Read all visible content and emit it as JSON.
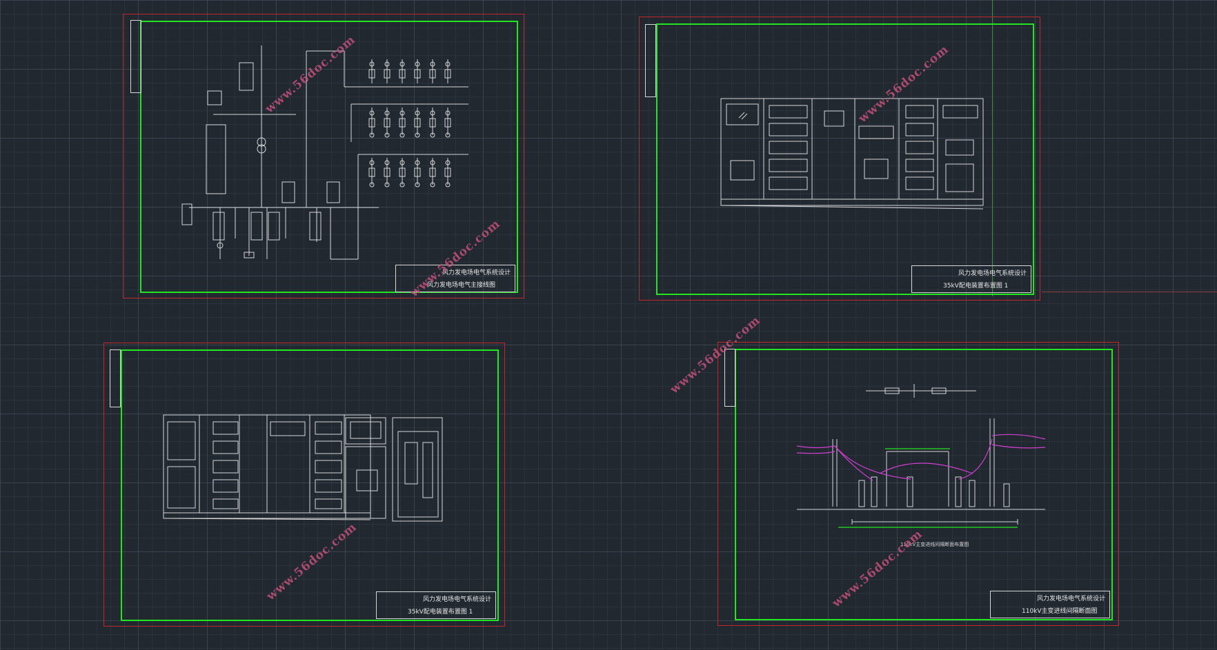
{
  "watermark": "www.56doc.com",
  "colors": {
    "background": "#212830",
    "sheet_border": "#c1272d",
    "frame": "#22e622",
    "line": "#d8d8d8",
    "conductor": "#d33fd3"
  },
  "sheets": [
    {
      "project": "风力发电场电气系统设计",
      "drawing_name": "风力发电场电气主接线图"
    },
    {
      "project": "风力发电场电气系统设计",
      "drawing_name": "35kV配电装置布置图 1"
    },
    {
      "project": "风力发电场电气系统设计",
      "drawing_name": "35kV配电装置布置图 1"
    },
    {
      "project": "风力发电场电气系统设计",
      "drawing_name": "110kV主变进线间隔断面图"
    }
  ],
  "sheet4": {
    "section_title": "110kV主变进线间隔断面布置图"
  }
}
